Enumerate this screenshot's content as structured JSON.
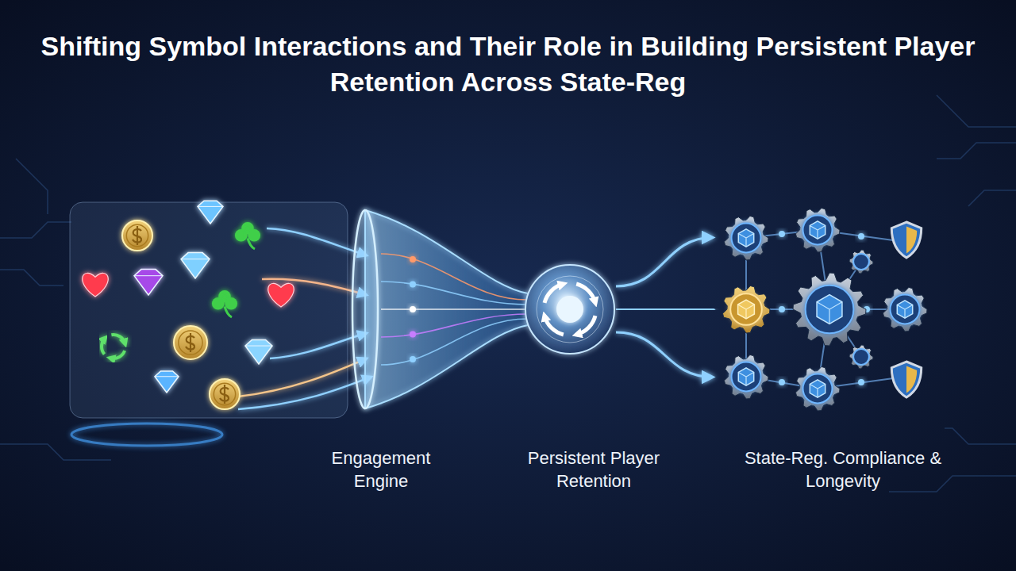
{
  "diagram": {
    "title": "Shifting Symbol Interactions and Their Role in Building Persistent Player Retention Across State-Reg",
    "nodes": [
      {
        "text": [
          "Engagement Engine"
        ]
      },
      {
        "text": [
          "Persistent Player Retention"
        ]
      },
      {
        "text": [
          "State-Reg. Compliance & Longevity"
        ]
      }
    ],
    "edges": [
      {
        "from": 1,
        "to": 2,
        "arrow": "to"
      },
      {
        "from": 1,
        "to": 2,
        "arrow": "to"
      },
      {
        "from": 1,
        "to": 2,
        "arrow": "to"
      }
    ]
  }
}
